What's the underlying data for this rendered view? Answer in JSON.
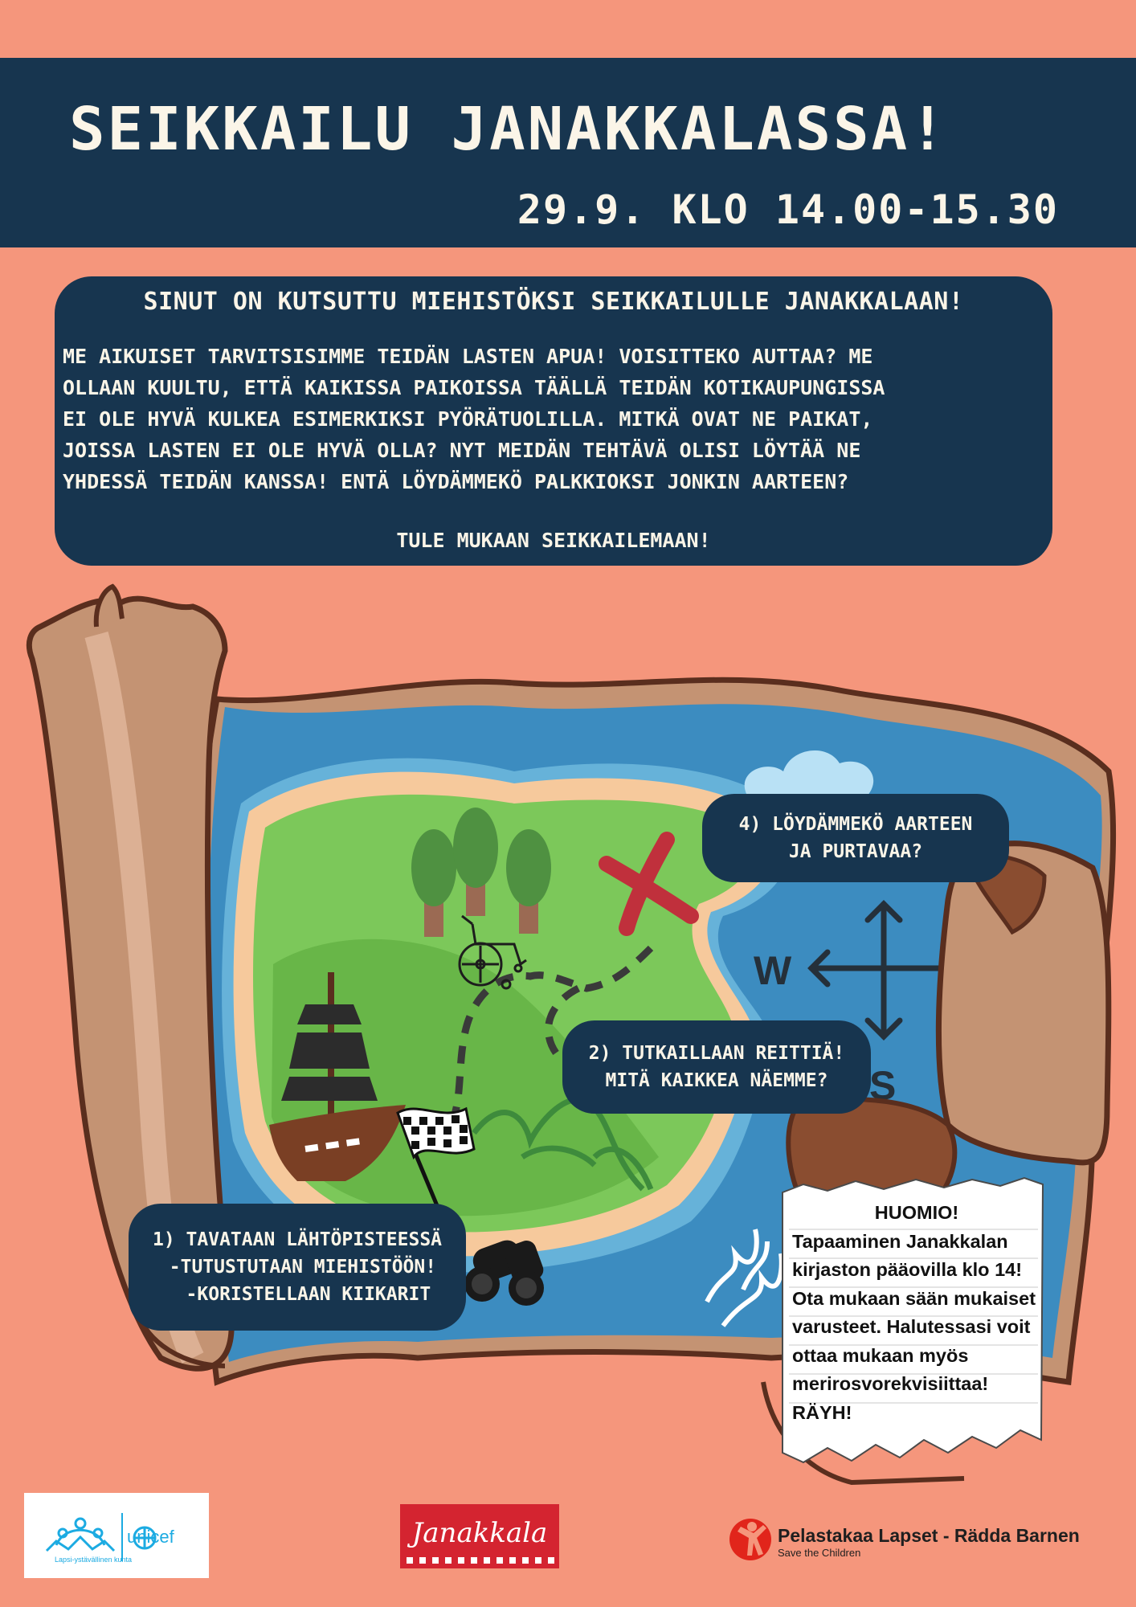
{
  "header": {
    "title": "SEIKKAILU JANAKKALASSA!",
    "date": "29.9. KLO 14.00-15.30"
  },
  "invite": {
    "heading": "SINUT ON KUTSUTTU MIEHISTÖKSI SEIKKAILULLE JANAKKALAAN!",
    "body": "ME AIKUISET TARVITSISIMME TEIDÄN LASTEN APUA! VOISITTEKO AUTTAA? ME\nOLLAAN KUULTU, ETTÄ KAIKISSA PAIKOISSA TÄÄLLÄ TEIDÄN KOTIKAUPUNGISSA\nEI OLE HYVÄ KULKEA ESIMERKIKSI PYÖRÄTUOLILLA. MITKÄ OVAT NE PAIKAT,\nJOISSA LASTEN EI OLE HYVÄ OLLA?  NYT MEIDÄN TEHTÄVÄ OLISI LÖYTÄÄ NE\nYHDESSÄ TEIDÄN KANSSA! ENTÄ LÖYDÄMMEKÖ PALKKIOKSI JONKIN AARTEEN?",
    "cta": "TULE MUKAAN SEIKKAILEMAAN!"
  },
  "map": {
    "compass_west": "W",
    "compass_south": "S"
  },
  "steps": {
    "step4": [
      "4) LÖYDÄMMEKÖ AARTEEN",
      "JA PURTAVAA?"
    ],
    "step2": [
      "2) TUTKAILLAAN REITTIÄ!",
      "MITÄ KAIKKEA NÄEMME?"
    ],
    "step1": [
      "1) TAVATAAN LÄHTÖPISTEESSÄ",
      " -TUTUSTUTAAN MIEHISTÖÖN!",
      "  -KORISTELLAAN KIIKARIT"
    ]
  },
  "note": {
    "heading": "HUOMIO!",
    "text": "Tapaaminen Janakkalan kirjaston pääovilla klo 14! Ota mukaan sään mukaiset varusteet. Halutessasi voit ottaa mukaan myös merirosvorekvisiittaa! RÄYH!"
  },
  "footer": {
    "lapsiystavallinen": "Lapsi-ystävällinen kunta",
    "unicef": "unicef",
    "janakkala": "Janakkala",
    "pelastakaa": "Pelastakaa Lapset - Rädda Barnen",
    "save_the_children": "Save the Children"
  },
  "colors": {
    "background": "#f5967c",
    "navy": "#17354f",
    "cream": "#fbf5e8",
    "sea": "#3c8cc0",
    "island": "#7cc85a",
    "treasure_x": "#c0303c",
    "janakkala_red": "#d42430",
    "unicef_blue": "#1cabe2"
  }
}
